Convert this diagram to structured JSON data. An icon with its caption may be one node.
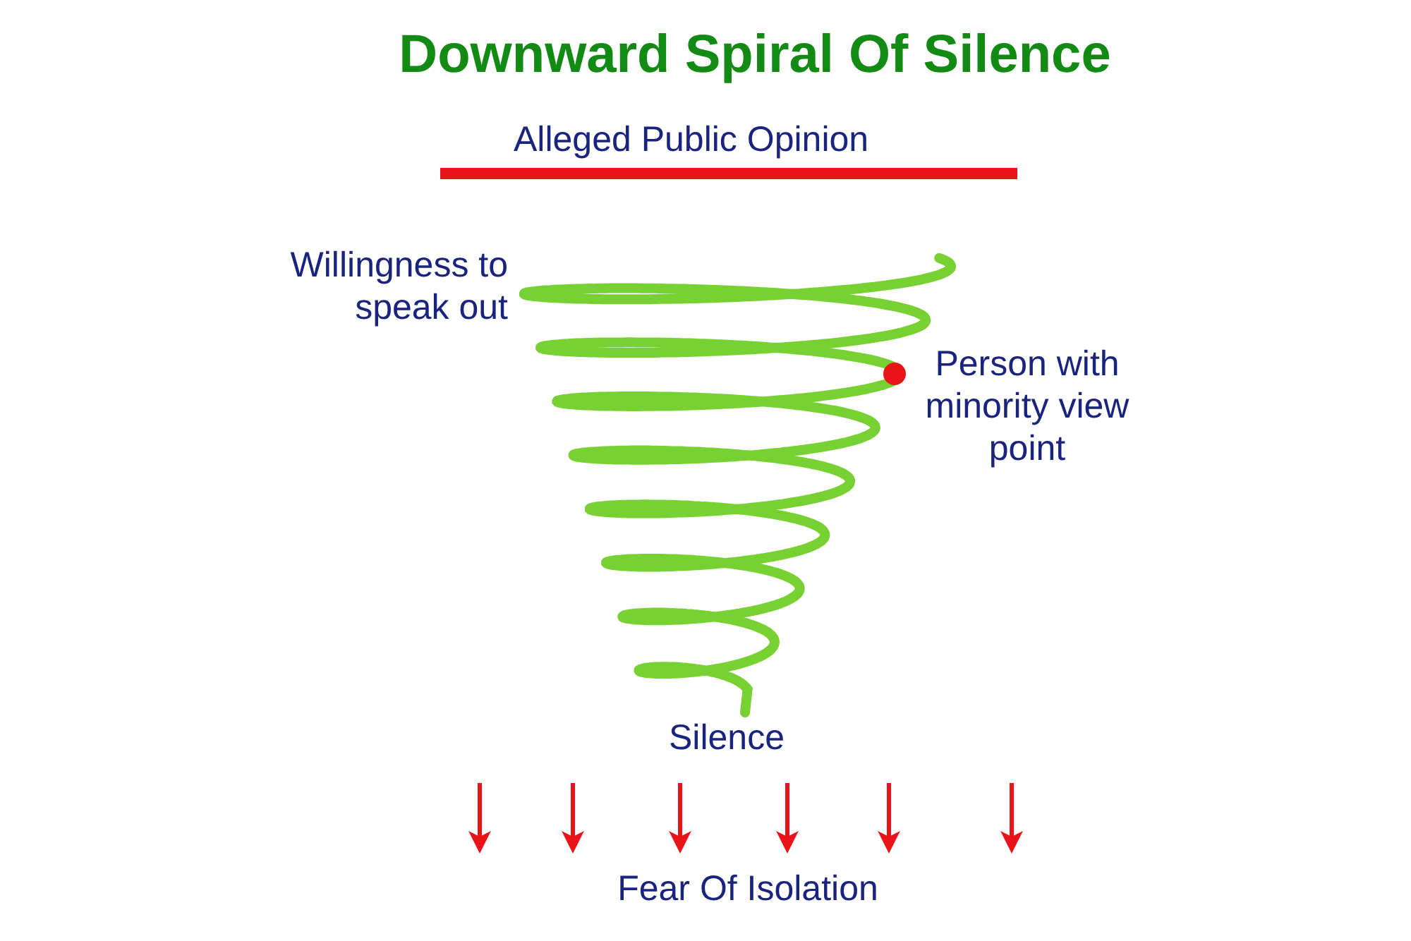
{
  "diagram": {
    "title": "Downward Spiral Of Silence",
    "labels": [
      "Alleged Public Opinion",
      "Willingness to speak out",
      "Person with minority view point",
      "Silence",
      "Fear Of Isolation"
    ]
  }
}
